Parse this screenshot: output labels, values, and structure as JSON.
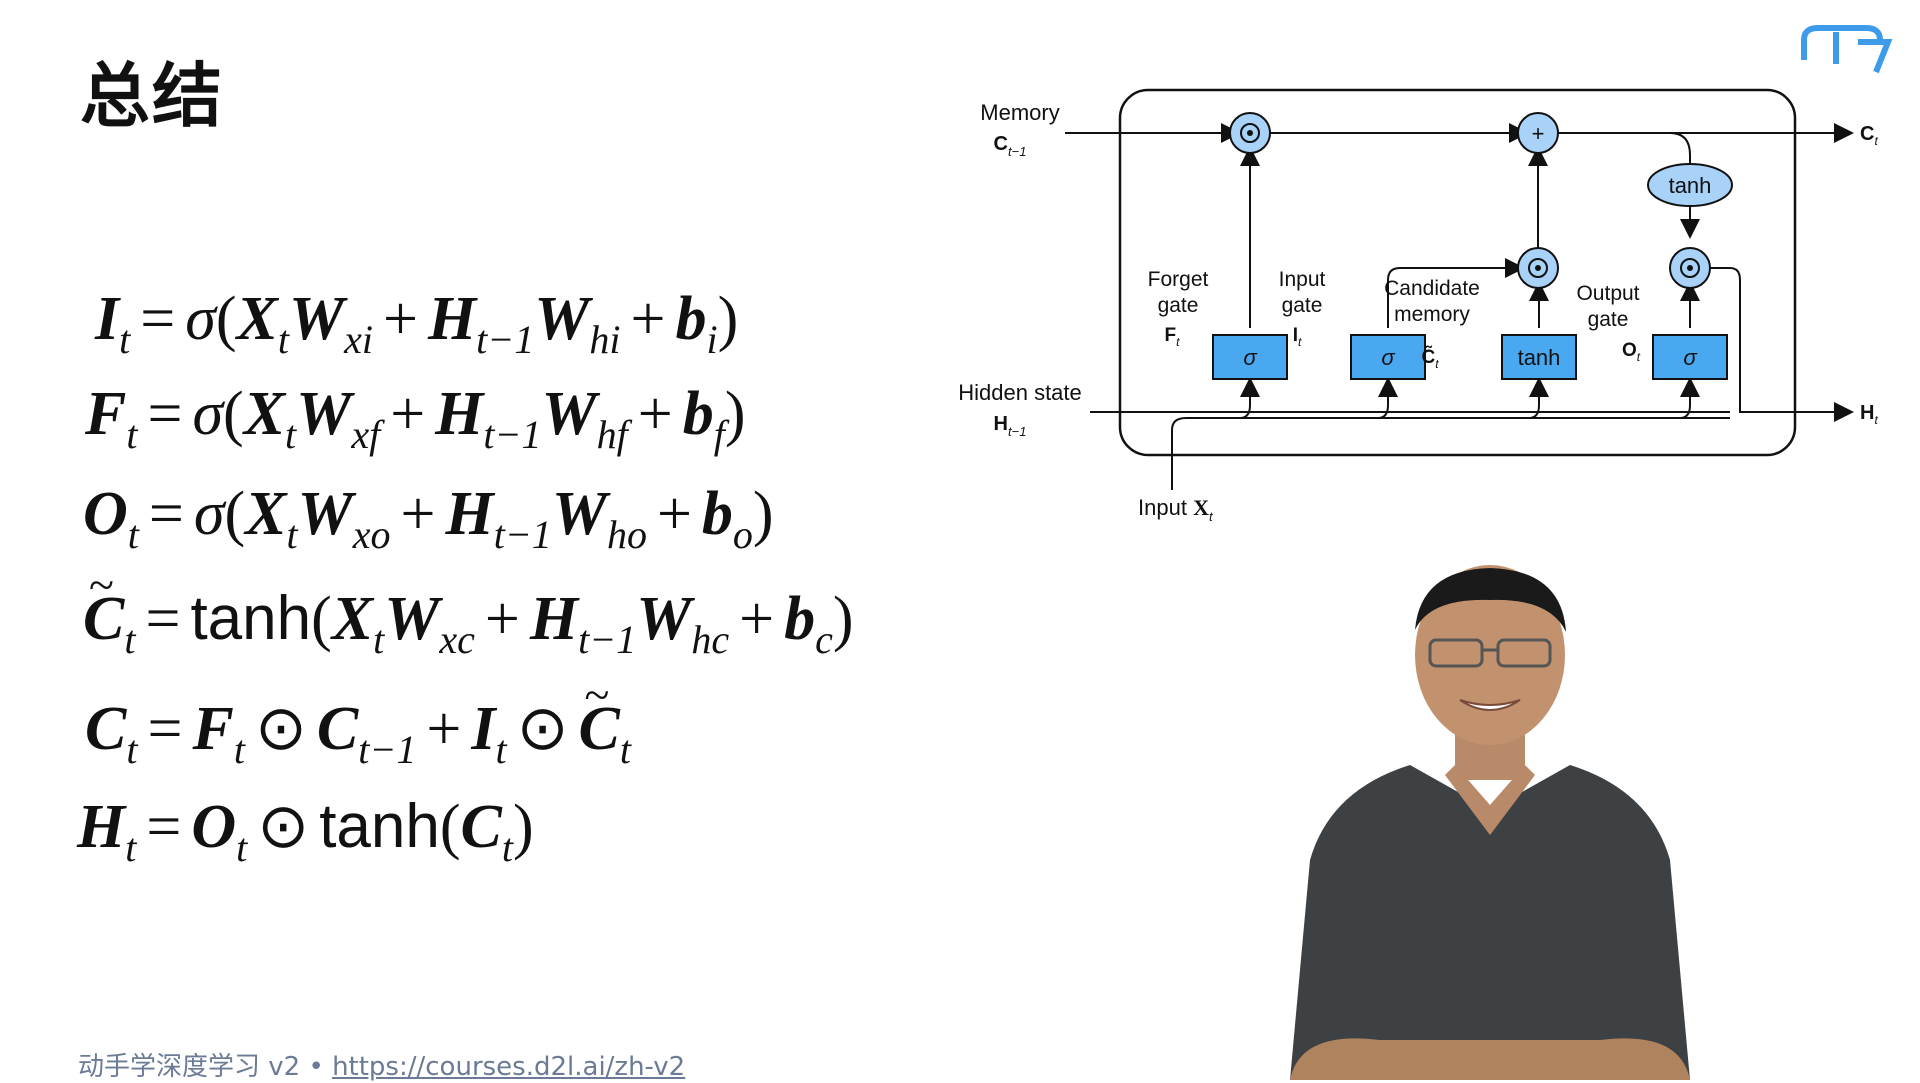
{
  "slide": {
    "title": "总结"
  },
  "equations": [
    "I_t = σ(X_tW_xi + H_{t-1}W_hi + b_i)",
    "F_t = σ(X_tW_xf + H_{t-1}W_hf + b_f)",
    "O_t = σ(X_tW_xo + H_{t-1}W_ho + b_o)",
    "C̃_t = tanh(X_tW_xc + H_{t-1}W_hc + b_c)",
    "C_t = F_t ⊙ C_{t-1} + I_t ⊙ C̃_t",
    "H_t = O_t ⊙ tanh(C_t)"
  ],
  "diagram": {
    "memory_label": "Memory",
    "memory_var": "C",
    "memory_sub": "t−1",
    "hidden_label": "Hidden state",
    "hidden_var": "H",
    "hidden_sub": "t−1",
    "input_label": "Input",
    "input_var": "X",
    "input_sub": "t",
    "forget_label_1": "Forget",
    "forget_label_2": "gate",
    "forget_var": "F",
    "input_gate_label_1": "Input",
    "input_gate_label_2": "gate",
    "input_gate_var": "I",
    "candidate_label_1": "Candidate",
    "candidate_label_2": "memory",
    "candidate_var": "C̃",
    "output_label_1": "Output",
    "output_label_2": "gate",
    "output_var": "O",
    "sigma": "σ",
    "tanh": "tanh",
    "plus": "+",
    "out_c_var": "C",
    "out_h_var": "H",
    "sub_t": "t"
  },
  "footer": {
    "text": "动手学深度学习 v2 • ",
    "link": "https://courses.d2l.ai/zh-v2"
  },
  "colors": {
    "gate_box": "#4aa8f0",
    "circle_op": "#a8d2f8",
    "footer": "#6b7b96",
    "logo": "#3d9be9"
  }
}
